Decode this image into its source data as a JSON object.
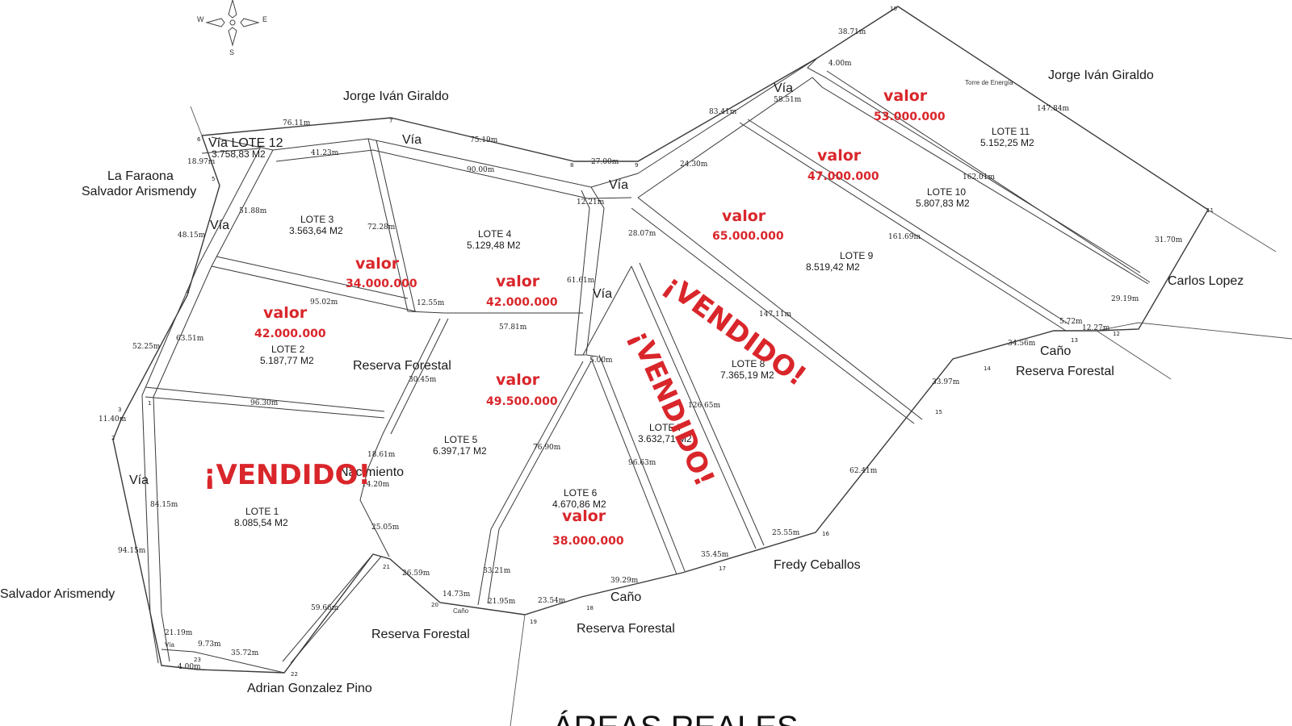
{
  "map_title": "ÁREAS REALES",
  "compass": {
    "west": "W",
    "east": "E",
    "south": "S"
  },
  "neighbors": {
    "jorge_top_left": "Jorge Iván Giraldo",
    "jorge_top_right": "Jorge Iván Giraldo",
    "faraona_line1": "La Faraona",
    "faraona_line2": "Salvador Arismendy",
    "salvador_left": "Salvador Arismendy",
    "carlos": "Carlos Lopez",
    "fredy": "Fredy Ceballos",
    "adrian": "Adrian Gonzalez Pino"
  },
  "roads": {
    "via_lote12": "Vía LOTE 12",
    "via_lote12_area": "3.758,83 M2",
    "via_top_mid": "Vía",
    "via_center_top": "Vía",
    "via_right_top": "Vía",
    "via_left_mid": "Vía",
    "via_center_mid": "Vía",
    "via_left_low": "Vía",
    "via_bottom_left": "Vía"
  },
  "reserves": {
    "center": "Reserva Forestal",
    "bottom_left": "Reserva Forestal",
    "bottom_mid": "Reserva Forestal",
    "right": "Reserva Forestal",
    "nacimiento": "Nacimiento",
    "cano_bottom": "Caño",
    "cano_right": "Caño",
    "cano_small": "Caño",
    "torre": "Torre de Energía"
  },
  "lots": [
    {
      "name": "LOTE 1",
      "area": "8.085,54 M2"
    },
    {
      "name": "LOTE 2",
      "area": "5.187,77 M2"
    },
    {
      "name": "LOTE 3",
      "area": "3.563,64 M2"
    },
    {
      "name": "LOTE 4",
      "area": "5.129,48 M2"
    },
    {
      "name": "LOTE 5",
      "area": "6.397,17 M2"
    },
    {
      "name": "LOTE 6",
      "area": "4.670,86 M2"
    },
    {
      "name": "LOTE 7",
      "area": "3.632,71 M2"
    },
    {
      "name": "LOTE 8",
      "area": "7.365,19 M2"
    },
    {
      "name": "LOTE 9",
      "area": "8.519,42 M2"
    },
    {
      "name": "LOTE 10",
      "area": "5.807,83 M2"
    },
    {
      "name": "LOTE 11",
      "area": "5.152,25 M2"
    }
  ],
  "price_word": "valor",
  "prices": {
    "lote2": "42.000.000",
    "lote3": "34.000.000",
    "lote4": "42.000.000",
    "lote5": "49.500.000",
    "lote6": "38.000.000",
    "lote9": "65.000.000",
    "lote10": "47.000.000",
    "lote11": "53.000.000"
  },
  "sold_label": "¡VENDIDO!",
  "dimensions": [
    "76.11m",
    "75.19m",
    "27.00m",
    "41.23m",
    "90.00m",
    "18.97m",
    "12.21m",
    "51.88m",
    "72.28m",
    "48.15m",
    "95.02m",
    "12.55m",
    "57.81m",
    "61.61m",
    "5.00m",
    "63.51m",
    "52.25m",
    "96.30m",
    "30.45m",
    "11.40m",
    "18.61m",
    "14.20m",
    "76.90m",
    "84.15m",
    "25.05m",
    "94.15m",
    "26.59m",
    "14.73m",
    "33.21m",
    "21.95m",
    "23.54m",
    "39.29m",
    "35.45m",
    "25.55m",
    "96.63m",
    "126.65m",
    "147.11m",
    "62.41m",
    "33.97m",
    "34.56m",
    "5.72m",
    "12.27m",
    "29.19m",
    "31.70m",
    "161.69m",
    "162.01m",
    "147.84m",
    "38.71m",
    "4.00m",
    "83.41m",
    "58.51m",
    "24.30m",
    "28.07m",
    "21.19m",
    "9.73m",
    "35.72m",
    "4.00m",
    "59.66m"
  ],
  "point_numbers": [
    "1",
    "2",
    "3",
    "4",
    "5",
    "6",
    "7",
    "8",
    "9",
    "10",
    "11",
    "12",
    "13",
    "14",
    "15",
    "16",
    "17",
    "18",
    "19",
    "20",
    "21",
    "22",
    "23"
  ]
}
